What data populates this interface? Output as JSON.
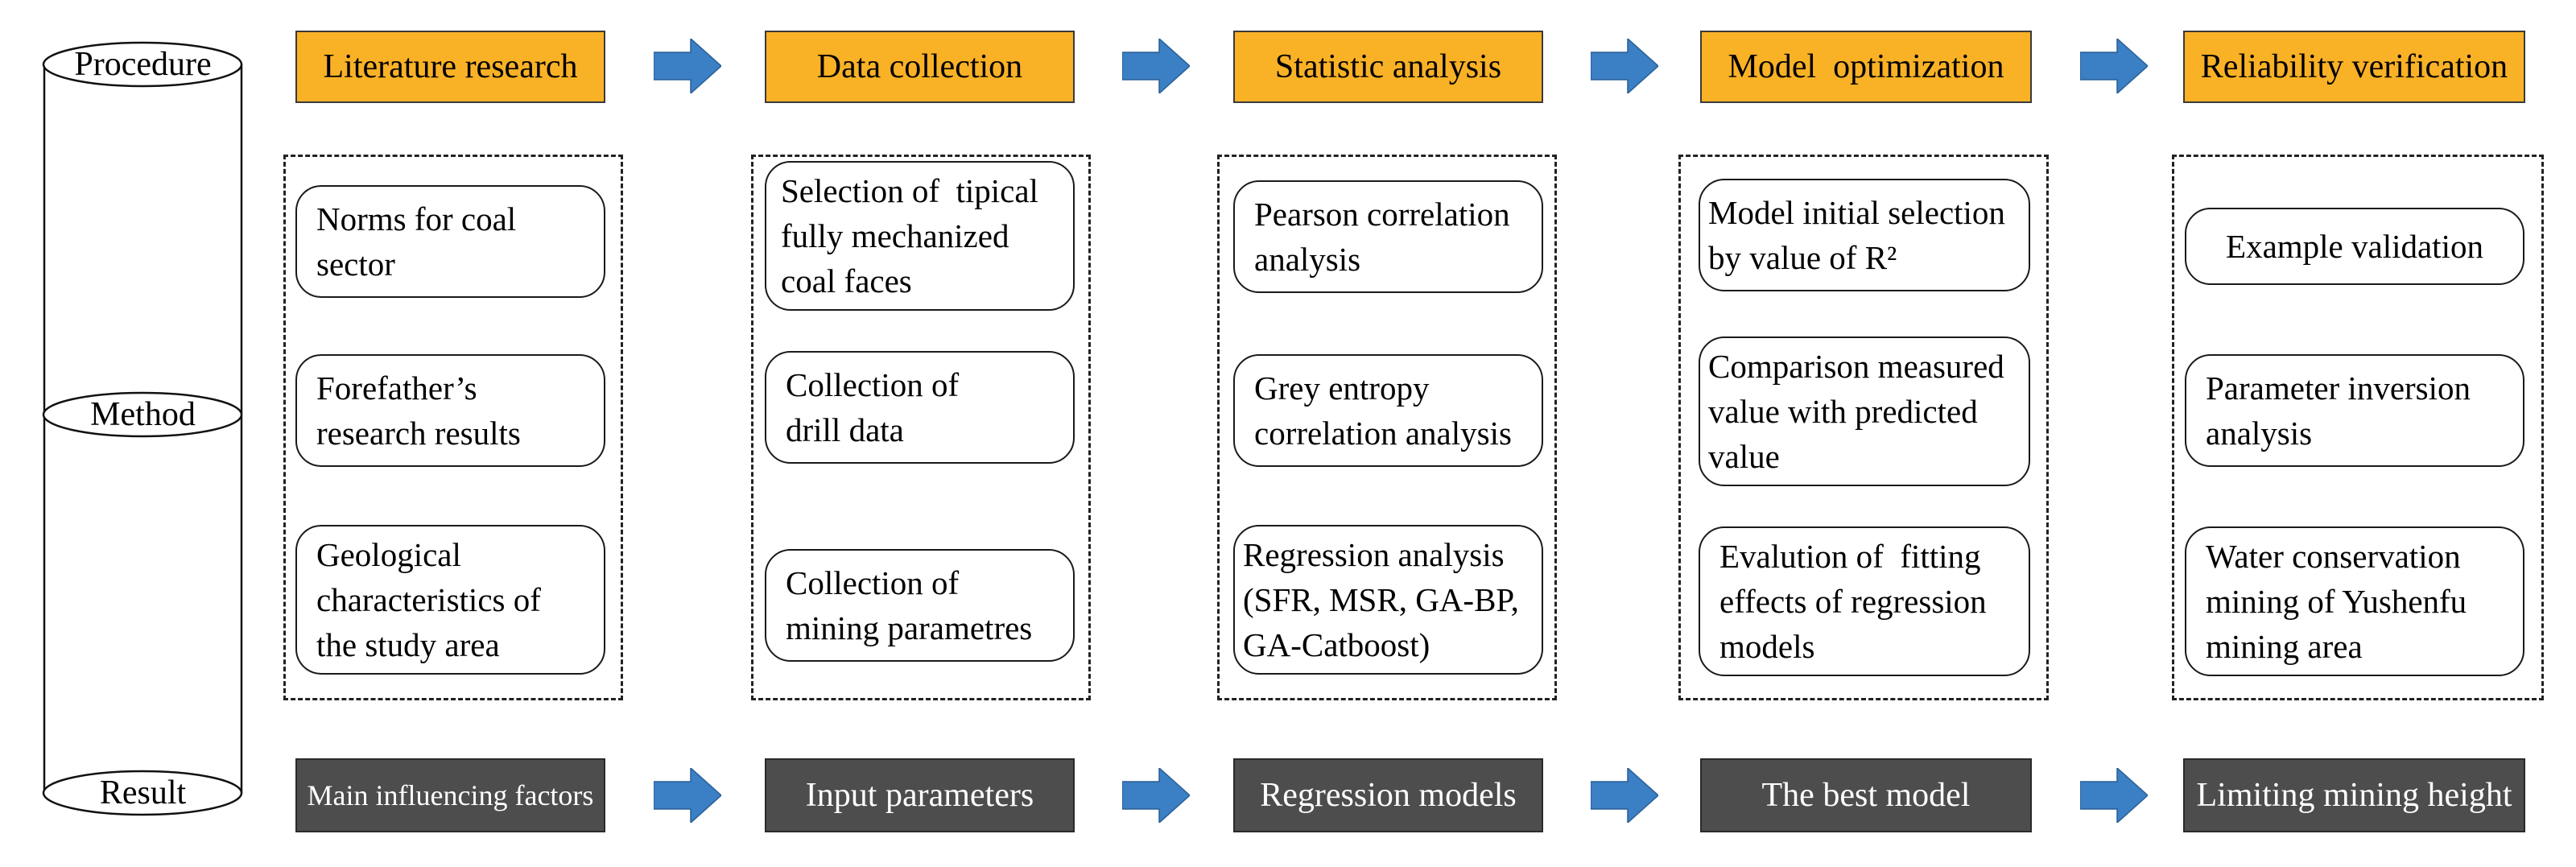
{
  "rows": {
    "procedure": "Procedure",
    "method": "Method",
    "result": "Result"
  },
  "procedure_steps": [
    "Literature research",
    "Data collection",
    "Statistic analysis",
    "Model  optimization",
    "Reliability verification"
  ],
  "methods": [
    {
      "items": [
        {
          "lines": [
            "Norms for coal",
            "sector"
          ]
        },
        {
          "lines": [
            "Forefather’s",
            "research results"
          ]
        },
        {
          "lines": [
            "Geological",
            "characteristics of",
            "the study area"
          ]
        }
      ]
    },
    {
      "items": [
        {
          "lines": [
            "Selection of  tipical",
            "fully mechanized",
            "coal faces"
          ]
        },
        {
          "lines": [
            "Collection of",
            "drill data"
          ]
        },
        {
          "lines": [
            "Collection of",
            "mining parametres"
          ]
        }
      ]
    },
    {
      "items": [
        {
          "lines": [
            "Pearson correlation",
            "analysis"
          ]
        },
        {
          "lines": [
            "Grey entropy",
            "correlation analysis"
          ]
        },
        {
          "lines": [
            "Regression analysis",
            "(SFR, MSR, GA-BP,",
            "GA-Catboost)"
          ]
        }
      ]
    },
    {
      "items": [
        {
          "lines": [
            "Model initial selection",
            "by value of R²"
          ]
        },
        {
          "lines": [
            "Comparison measured",
            "value with predicted",
            "value"
          ]
        },
        {
          "lines": [
            "Evalution of  fitting",
            "effects of regression",
            "models"
          ]
        }
      ]
    },
    {
      "items": [
        {
          "lines": [
            "Example validation"
          ]
        },
        {
          "lines": [
            "Parameter inversion",
            "analysis"
          ]
        },
        {
          "lines": [
            "Water conservation",
            "mining of Yushenfu",
            "mining area"
          ]
        }
      ]
    }
  ],
  "results": [
    "Main influencing factors",
    "Input parameters",
    "Regression models",
    "The best model",
    "Limiting mining height"
  ],
  "colors": {
    "procedure_fill": "#f9b126",
    "result_fill": "#4d4d4d",
    "arrow_fill": "#3b7fc4"
  }
}
